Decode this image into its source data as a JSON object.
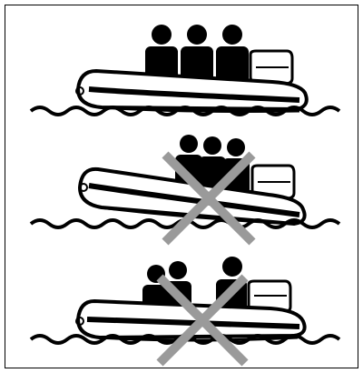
{
  "figure": {
    "panels": [
      {
        "id": "correct-loading",
        "status": "correct",
        "occupants": 3
      },
      {
        "id": "bow-heavy-loading",
        "status": "incorrect",
        "occupants": 3
      },
      {
        "id": "uneven-loading",
        "status": "incorrect",
        "occupants": 3
      }
    ],
    "colors": {
      "ink": "#000000",
      "hull_fill": "#ffffff",
      "cross": "#9a9a9a",
      "background": "#ffffff"
    },
    "icons": [
      "person-icon",
      "inflatable-boat-icon",
      "outboard-motor-icon",
      "waves-icon",
      "cross-icon"
    ]
  }
}
